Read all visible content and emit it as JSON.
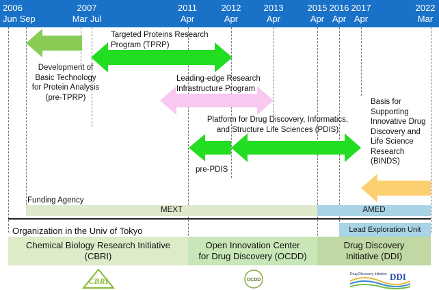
{
  "header": {
    "years": [
      {
        "year": "2006",
        "month": "Jun Sep"
      },
      {
        "year": "2007",
        "month": "Mar Jul"
      },
      {
        "year": "2011",
        "month": "Apr"
      },
      {
        "year": "2012",
        "month": "Apr"
      },
      {
        "year": "2013",
        "month": "Apr"
      },
      {
        "year": "2015",
        "month": "Apr"
      },
      {
        "year": "2016",
        "month": "Apr"
      },
      {
        "year": "2017",
        "month": "Apr"
      },
      {
        "year": "2022",
        "month": "Mar"
      }
    ]
  },
  "programs": {
    "pre_tprp": "Development of\nBasic Technology\nfor Protein Analysis\n(pre-TPRP)",
    "tprp": "Targeted Proteins Research\nProgram (TPRP)",
    "leading_edge": "Leading-edge Research\nInfrastructure Program",
    "pdis": "Platform for Drug Discovery, Informatics,\nand Structure Life Sciences (PDIS)",
    "pre_pdis": "pre-PDIS",
    "binds": "Basis for\nSupporting\nInnovative Drug\nDiscovery and\nLife Science\nResearch\n(BINDS)"
  },
  "funding": {
    "label": "Funding Agency",
    "mext": "MEXT",
    "amed": "AMED"
  },
  "organization": {
    "label": "Organization in the Univ of Tokyo",
    "lead_unit": "Lead Exploration Unit",
    "cbri": "Chemical Biology Research Initiative\n(CBRI)",
    "ocdd": "Open Innovation Center\nfor Drug Discovery (OCDD)",
    "ddi": "Drug Discovery\nInitiative (DDI)"
  },
  "logos": {
    "cbri": "CBRI",
    "ocdd": "OCDD",
    "ddi_small": "Drug Discovery Initiative",
    "ddi": "DDI"
  },
  "colors": {
    "header": "#1a72c8",
    "arrow_green": "#22dd22",
    "arrow_light_green": "#88cc55",
    "arrow_pink": "#f8c8f0",
    "arrow_orange": "#fccf70",
    "band_mext": "#dfe9cc",
    "band_amed": "#a8d4e6",
    "org_cbri": "#dcebc8",
    "org_ocdd": "#c8e6b8",
    "org_ddi": "#c0d8a4",
    "lead_unit": "#a8d4e6"
  }
}
